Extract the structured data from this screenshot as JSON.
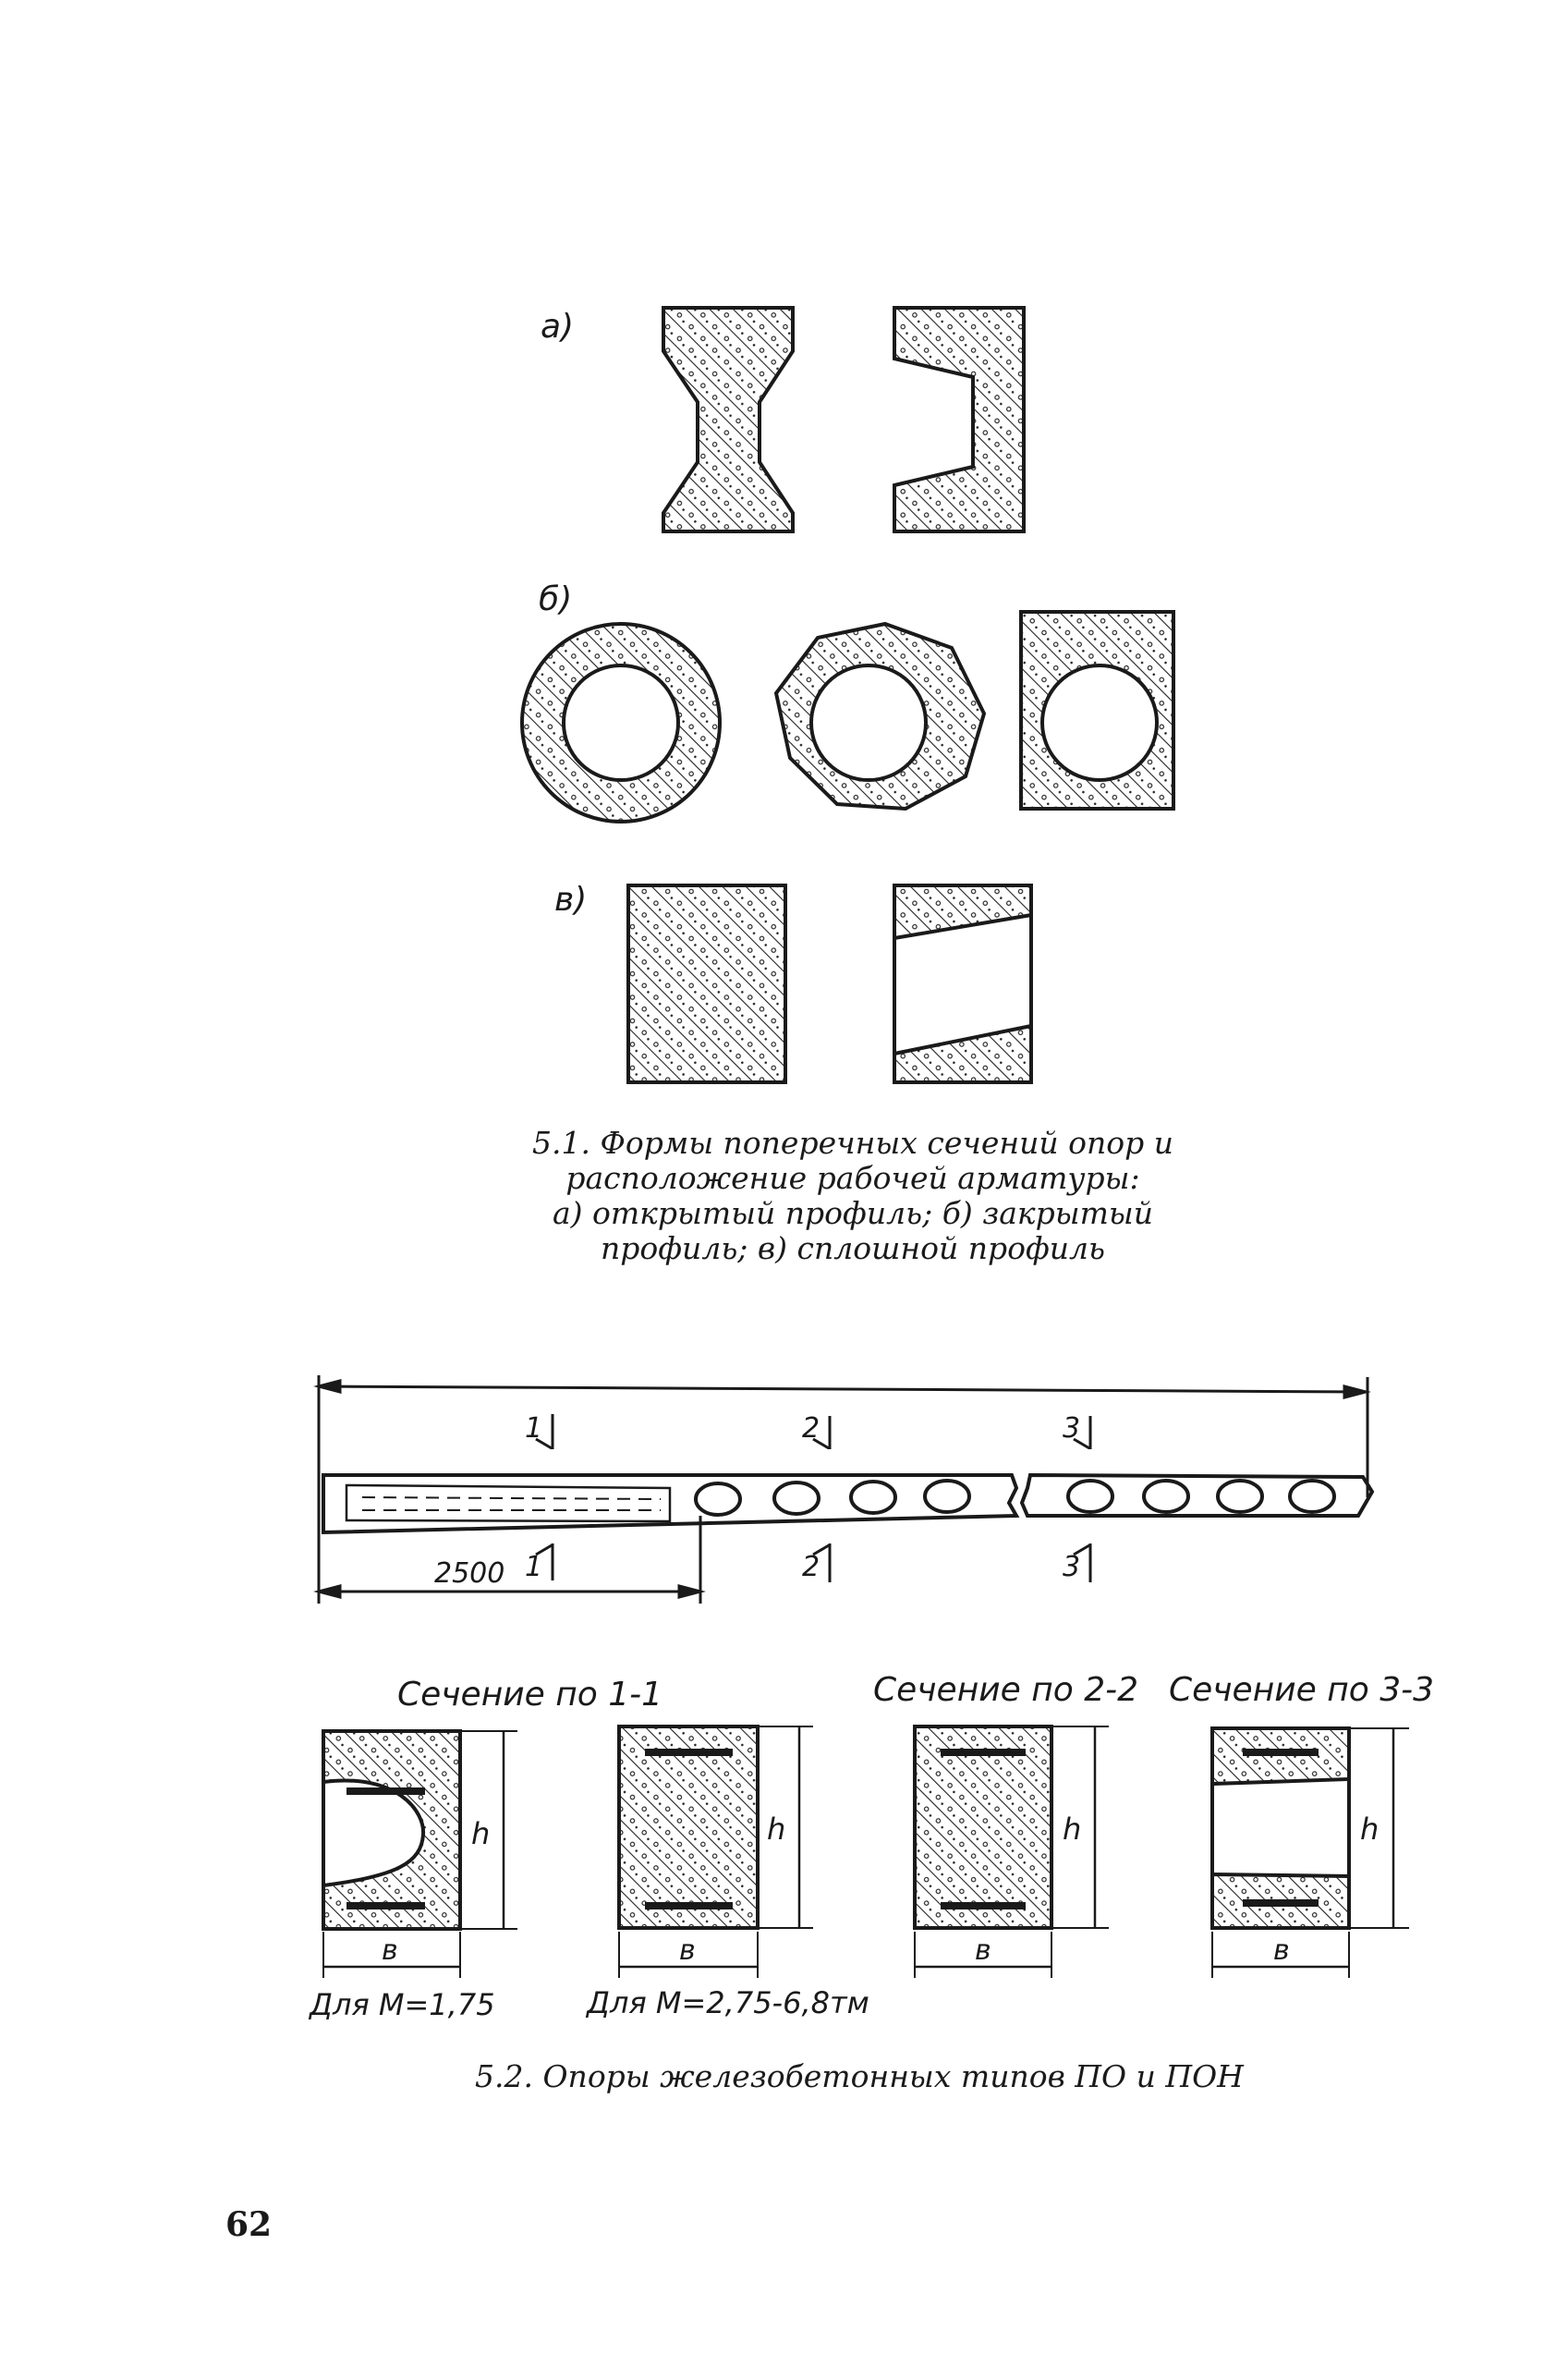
{
  "fig1": {
    "labels": {
      "a": "а)",
      "b": "б)",
      "c": "в)"
    },
    "caption": {
      "l1": "5.1. Формы поперечных сечений опор и",
      "l2": "расположение рабочей арматуры:",
      "l3": "а) открытый профиль; б) закрытый",
      "l4": "профиль; в) сплошной профиль"
    }
  },
  "fig2": {
    "marks": {
      "s1": "1",
      "s2": "2",
      "s3": "3"
    },
    "dim_length": "2500",
    "sections": [
      {
        "title": "Сечение по 1-1",
        "h_label": "h",
        "b_label": "в"
      },
      {
        "title": "",
        "h_label": "h",
        "b_label": "в"
      },
      {
        "title": "Сечение по 2-2",
        "h_label": "h",
        "b_label": "в"
      },
      {
        "title": "Сечение по 3-3",
        "h_label": "h",
        "b_label": "в"
      }
    ],
    "notes": {
      "n1": "Для М=1,75",
      "n2": "Для М=2,75-6,8тм"
    },
    "caption": "5.2. Опоры железобетонных типов ПО и ПОН"
  },
  "page_number": "62"
}
